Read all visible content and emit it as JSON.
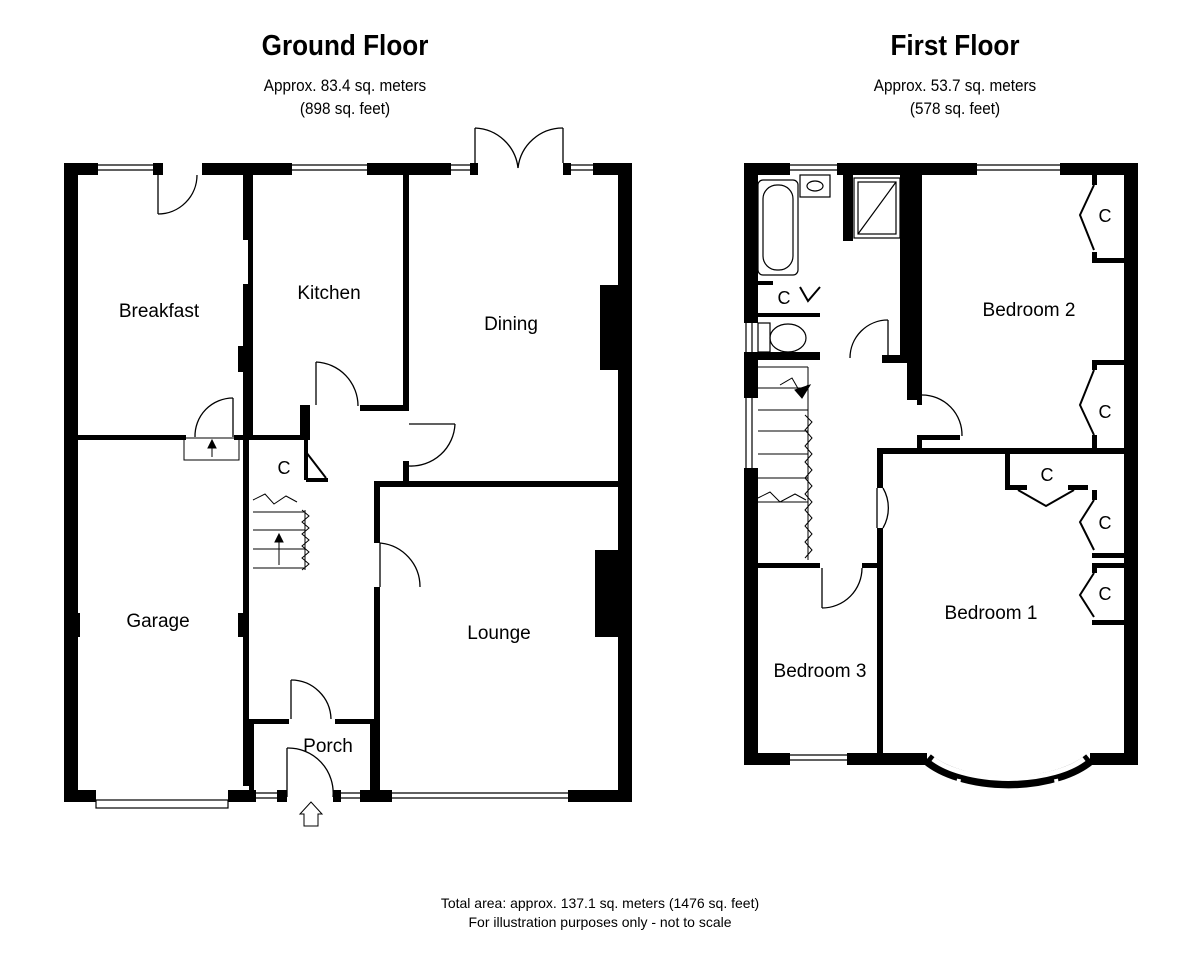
{
  "ground_floor": {
    "title": "Ground Floor",
    "area_m": "Approx. 83.4 sq. meters",
    "area_ft": "(898 sq. feet)",
    "rooms": {
      "breakfast": "Breakfast",
      "kitchen": "Kitchen",
      "dining": "Dining",
      "garage": "Garage",
      "lounge": "Lounge",
      "porch": "Porch",
      "cupboard": "C"
    }
  },
  "first_floor": {
    "title": "First Floor",
    "area_m": "Approx. 53.7 sq. meters",
    "area_ft": "(578 sq. feet)",
    "rooms": {
      "bedroom1": "Bedroom 1",
      "bedroom2": "Bedroom 2",
      "bedroom3": "Bedroom 3",
      "cupboard": "C"
    }
  },
  "footer": {
    "total_area": "Total area: approx. 137.1 sq. meters (1476 sq. feet)",
    "disclaimer": "For illustration purposes only - not to scale"
  },
  "colors": {
    "wall": "#000000",
    "background": "#ffffff"
  }
}
